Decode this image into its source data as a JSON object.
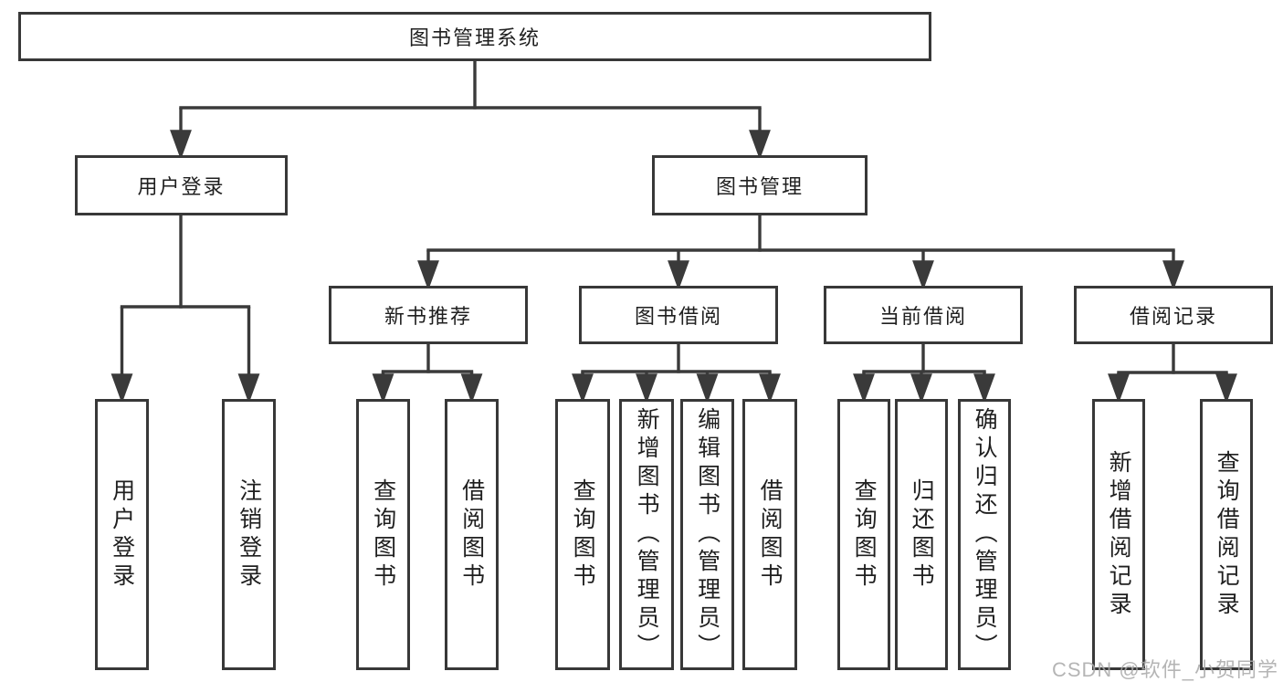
{
  "diagram": {
    "root": {
      "label": "图书管理系统"
    },
    "branches": [
      {
        "label": "用户登录",
        "children": [
          {
            "label": "用户登录"
          },
          {
            "label": "注销登录"
          }
        ]
      },
      {
        "label": "图书管理",
        "children": [
          {
            "label": "新书推荐",
            "children": [
              {
                "label": "查询图书"
              },
              {
                "label": "借阅图书"
              }
            ]
          },
          {
            "label": "图书借阅",
            "children": [
              {
                "label": "查询图书"
              },
              {
                "label": "新增图书（管理员）"
              },
              {
                "label": "编辑图书（管理员）"
              },
              {
                "label": "借阅图书"
              }
            ]
          },
          {
            "label": "当前借阅",
            "children": [
              {
                "label": "查询图书"
              },
              {
                "label": "归还图书"
              },
              {
                "label": "确认归还（管理员）"
              }
            ]
          },
          {
            "label": "借阅记录",
            "children": [
              {
                "label": "新增借阅记录"
              },
              {
                "label": "查询借阅记录"
              }
            ]
          }
        ]
      }
    ]
  },
  "watermark": "CSDN @软件_小贺同学",
  "colors": {
    "line": "#3a3a3a",
    "box_border": "#383838",
    "box_background": "#ffffff",
    "text": "#1f1f1f",
    "watermark": "#a8a8a8"
  }
}
